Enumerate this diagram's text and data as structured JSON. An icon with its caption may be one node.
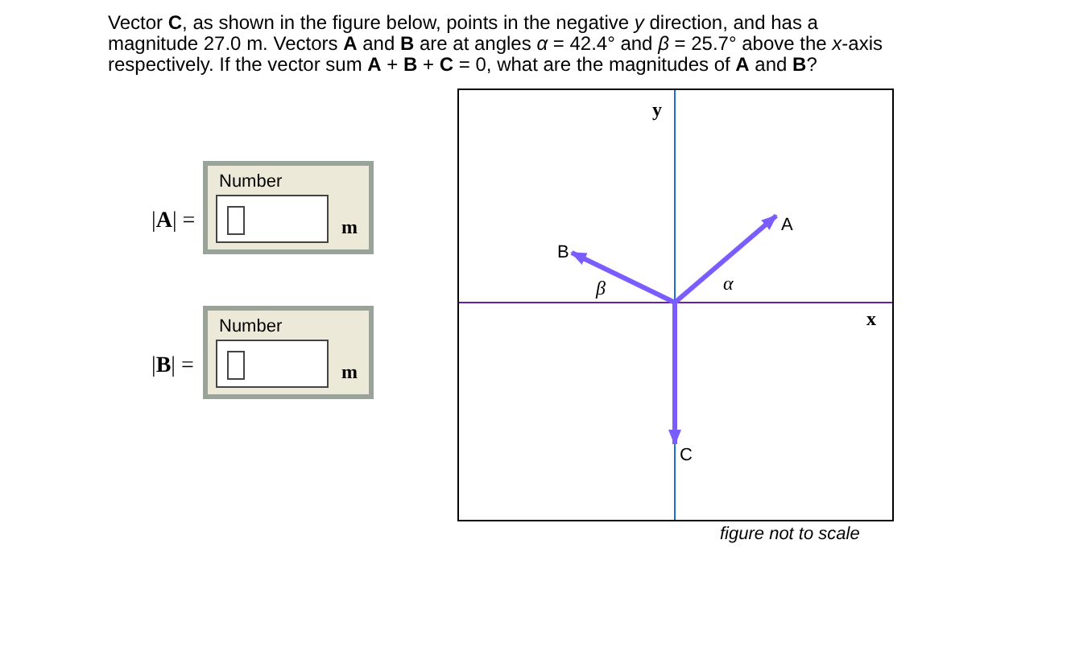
{
  "diagram": {
    "labels": [
      "Vector **C**, as shown in the figure below, points in the negative *y* direction, and has a magnitude 27.0 m. Vectors **A** and **B** are at angles *α* = 42.4° and *β* = 25.7° above the *x*-axis respectively. If the vector sum **A** + **B** + **C** = 0, what are the magnitudes of **A** and **B**?",
      "Number",
      "|**A**| =",
      "m",
      "Number",
      "|**B**| =",
      "m",
      "y",
      "B",
      "A",
      "β",
      "α",
      "x",
      "C",
      "figure not to scale"
    ]
  }
}
